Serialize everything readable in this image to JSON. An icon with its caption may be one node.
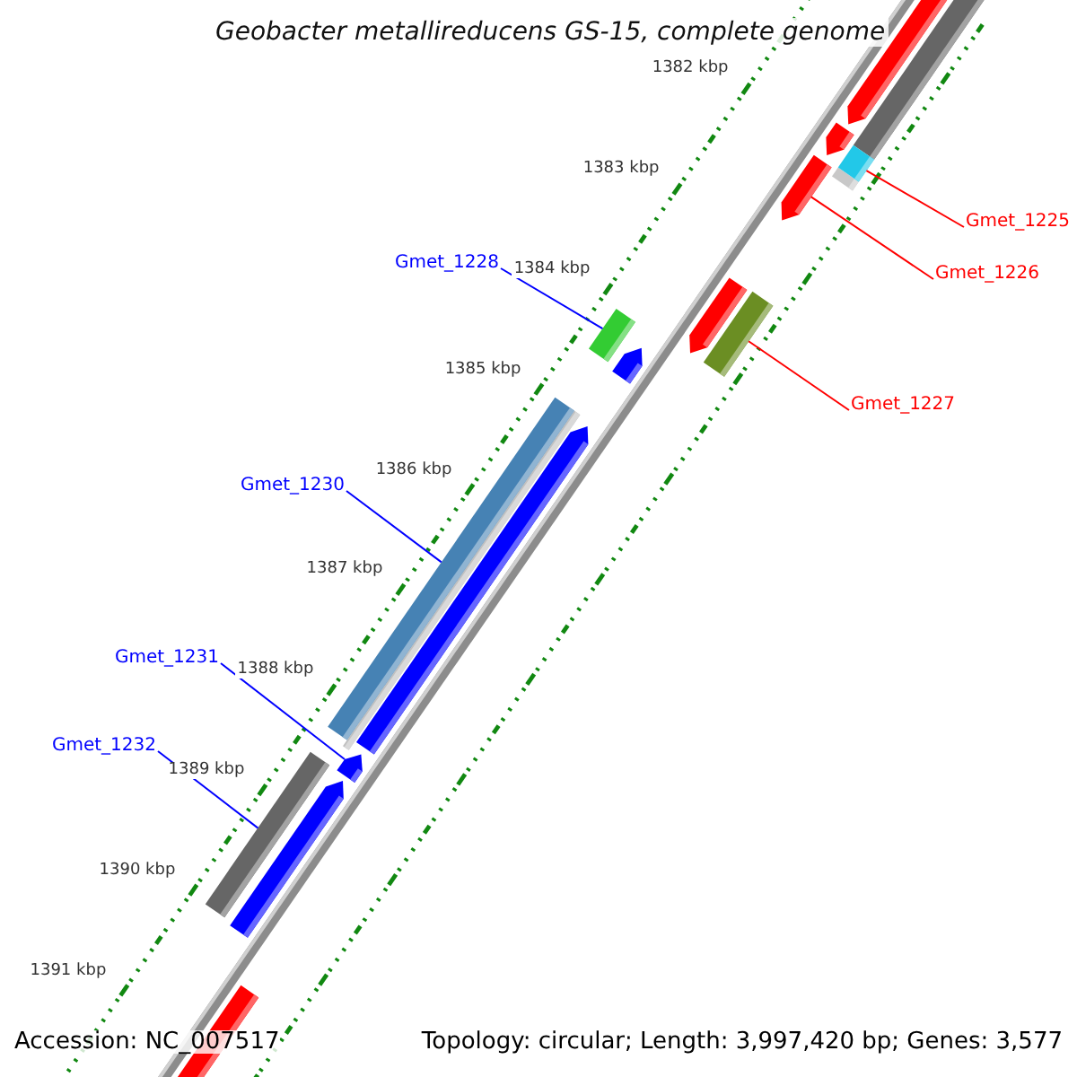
{
  "diagram": {
    "title": "Geobacter metallireducens GS-15, complete genome",
    "nodes": [
      {
        "text": [
          "Gmet_1225"
        ]
      },
      {
        "text": [
          "Gmet_1228"
        ]
      },
      {
        "text": [
          "Gmet_1226"
        ]
      },
      {
        "text": [
          "Gmet_1227"
        ]
      },
      {
        "text": [
          "Gmet_1230"
        ]
      },
      {
        "text": [
          "Gmet_1231"
        ]
      },
      {
        "text": [
          "Gmet_1232"
        ]
      },
      {
        "text": [],
        "shape": "bar"
      },
      {
        "text": [],
        "shape": "bar"
      },
      {
        "text": [],
        "shape": "bar"
      },
      {
        "text": [],
        "shape": "bar"
      },
      {
        "text": [],
        "shape": "bar"
      },
      {
        "text": [],
        "shape": "bar"
      },
      {
        "text": [],
        "shape": "bar"
      }
    ],
    "edges": [
      {
        "from": 0,
        "to": 7,
        "arrow": "none",
        "color": "#ff0000"
      },
      {
        "from": 1,
        "to": 10,
        "arrow": "none"
      },
      {
        "from": 2,
        "to": 8,
        "arrow": "none",
        "color": "#ff0000"
      },
      {
        "from": 3,
        "to": 9,
        "arrow": "none",
        "color": "#ff0000"
      },
      {
        "from": 4,
        "to": 11,
        "arrow": "none"
      },
      {
        "from": 5,
        "to": 12,
        "arrow": "none"
      },
      {
        "from": 6,
        "to": 13,
        "arrow": "none"
      }
    ],
    "labels": [
      "1382 kbp",
      "1383 kbp",
      "1384 kbp",
      "1385 kbp",
      "1386 kbp",
      "1387 kbp",
      "1388 kbp",
      "1389 kbp",
      "1390 kbp",
      "1391 kbp",
      "Accession: NC_007517",
      "Topology: circular; Length: 3,997,420 bp; Genes: 3,577"
    ]
  }
}
